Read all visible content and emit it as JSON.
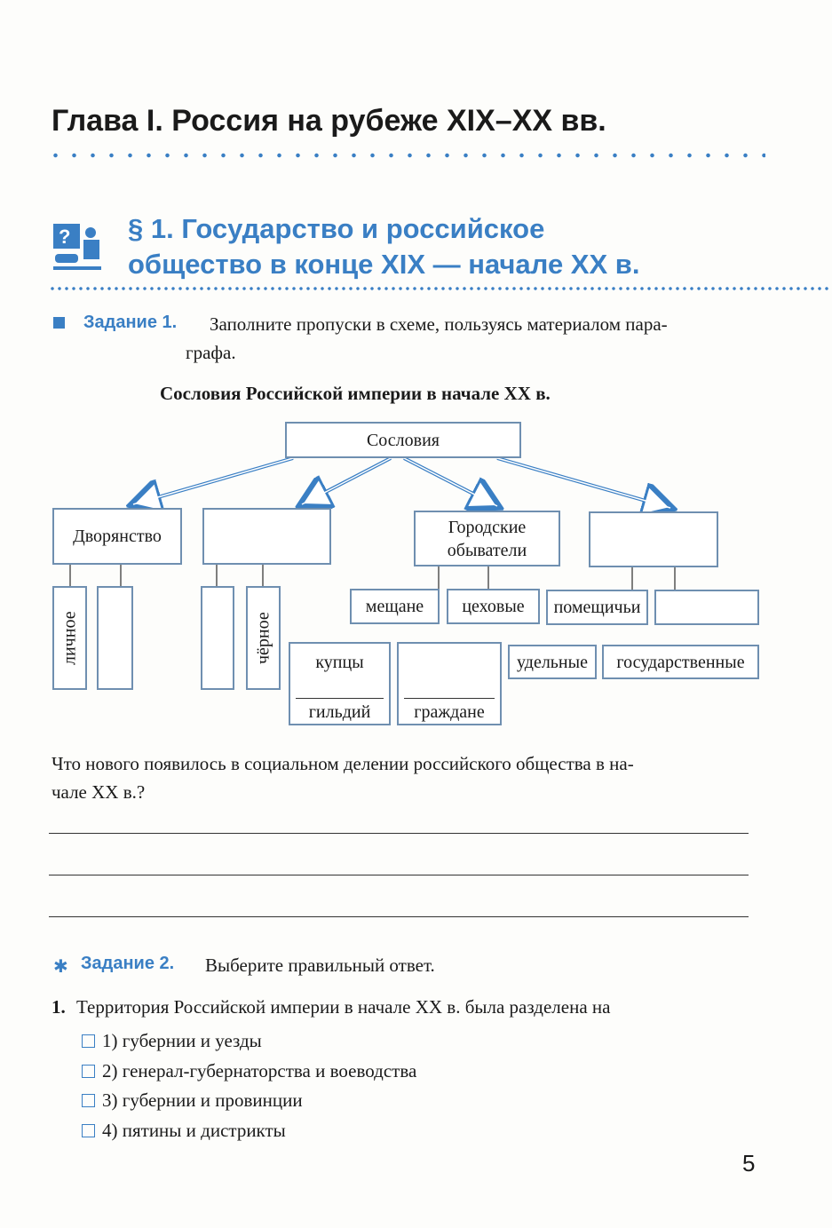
{
  "chapter_title": "Глава I. Россия на рубеже XIX–XX вв.",
  "section": {
    "line1": "§ 1. Государство и российское",
    "line2": "общество в конце XIX — начале XX в."
  },
  "task1": {
    "label": "Задание 1.",
    "text_line1": "Заполните пропуски в схеме, пользуясь материалом пара-",
    "text_line2": "графа."
  },
  "diagram": {
    "title": "Сословия Российской империи в начале XX в.",
    "root": "Сословия",
    "level1": [
      "Дворянство",
      "",
      "Городские обыватели",
      ""
    ],
    "nobility_sub": [
      "личное",
      ""
    ],
    "second_sub": [
      "",
      "чёрное"
    ],
    "urban_sub": [
      "мещане",
      "цеховые"
    ],
    "fourth_sub": [
      "помещичьи",
      ""
    ],
    "merchants": {
      "top": "купцы",
      "bottom": "гильдий"
    },
    "citizens": {
      "top": "",
      "bottom": "граждане"
    },
    "peasant_types": [
      "удельные",
      "государственные"
    ]
  },
  "question": {
    "line1": "Что нового появилось в социальном делении российского общества в на-",
    "line2": "чале XX в.?"
  },
  "task2": {
    "label": "Задание 2.",
    "text": "Выберите правильный ответ."
  },
  "q1": {
    "number": "1.",
    "text": "Территория Российской империи в начале XX в. была разделена на",
    "options": [
      "1) губернии и уезды",
      "2) генерал-губернаторства и воеводства",
      "3) губернии и провинции",
      "4) пятины и дистрикты"
    ]
  },
  "page_number": "5"
}
